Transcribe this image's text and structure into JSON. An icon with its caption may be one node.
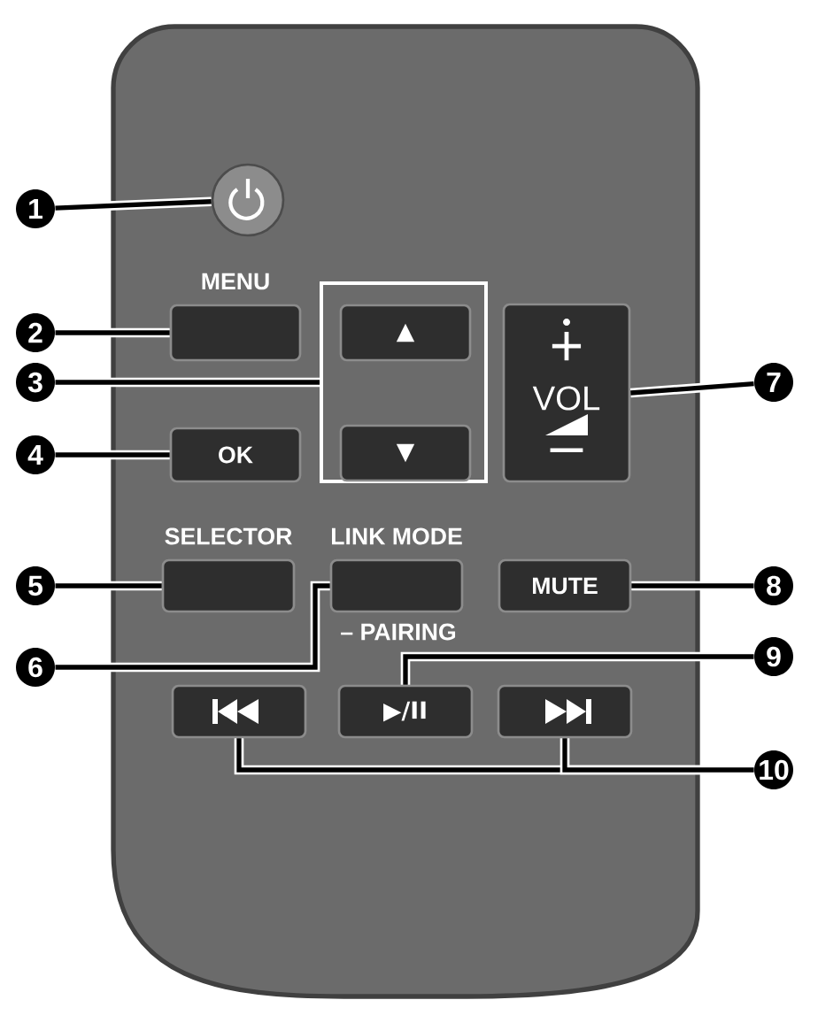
{
  "diagram": {
    "nodes": [
      {
        "text": [
          "1"
        ]
      },
      {
        "text": [],
        "shape": "circle"
      },
      {
        "text": [
          "2"
        ]
      },
      {
        "text": [
          "MENU"
        ]
      },
      {
        "text": [
          "3"
        ]
      },
      {
        "text": [],
        "shape": "box"
      },
      {
        "text": [
          "▲"
        ],
        "in": 5
      },
      {
        "text": [
          "▼"
        ],
        "in": 5
      },
      {
        "text": [
          "4"
        ]
      },
      {
        "text": [
          "OK"
        ]
      },
      {
        "text": [
          "5"
        ]
      },
      {
        "text": [
          "SELECTOR"
        ]
      },
      {
        "text": [
          "6"
        ]
      },
      {
        "text": [
          "LINK MODE",
          "– PAIRING"
        ]
      },
      {
        "text": [
          "7"
        ]
      },
      {
        "text": [
          "+",
          "VOL",
          "–"
        ]
      },
      {
        "text": [
          "8"
        ]
      },
      {
        "text": [
          "MUTE"
        ]
      },
      {
        "text": [
          "9"
        ]
      },
      {
        "text": [
          "▶/II"
        ]
      },
      {
        "text": [
          "10"
        ]
      },
      {
        "text": [],
        "shape": "box"
      },
      {
        "text": [],
        "shape": "box"
      }
    ],
    "edges": [
      {
        "from": 0,
        "to": 1,
        "arrow": "none"
      },
      {
        "from": 2,
        "to": 3,
        "arrow": "none"
      },
      {
        "from": 4,
        "to": 5,
        "arrow": "none"
      },
      {
        "from": 8,
        "to": 9,
        "arrow": "none"
      },
      {
        "from": 10,
        "to": 11,
        "arrow": "none"
      },
      {
        "from": 12,
        "to": 13,
        "arrow": "none"
      },
      {
        "from": 14,
        "to": 15,
        "arrow": "none"
      },
      {
        "from": 16,
        "to": 17,
        "arrow": "none"
      },
      {
        "from": 18,
        "to": 19,
        "arrow": "none"
      },
      {
        "from": 20,
        "to": 21,
        "arrow": "none"
      },
      {
        "from": 20,
        "to": 22,
        "arrow": "none"
      }
    ]
  }
}
